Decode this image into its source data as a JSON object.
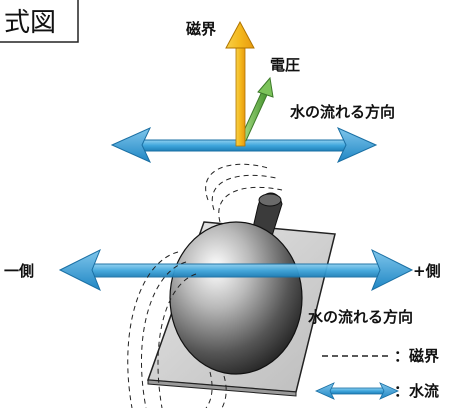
{
  "title": "式図",
  "top": {
    "magnetic_label": "磁界",
    "voltage_label": "電圧",
    "flow_direction_label": "水の流れる方向"
  },
  "bottom": {
    "minus_label": "一側",
    "plus_label": "+側",
    "flow_direction_label": "水の流れる方向"
  },
  "legend": {
    "magnetic": "：磁界",
    "water_flow": "：水流"
  },
  "colors": {
    "flow_blue": "#3fa6dc",
    "magnet_yellow": "#f4b81c",
    "voltage_green": "#7cc35a"
  }
}
